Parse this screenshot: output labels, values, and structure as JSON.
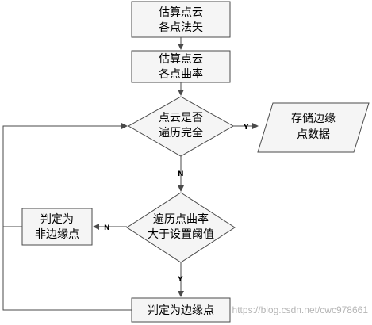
{
  "nodes": {
    "estimate_normals": [
      "估算点云",
      "各点法矢"
    ],
    "estimate_curvature": [
      "估算点云",
      "各点曲率"
    ],
    "traversal_check": [
      "点云是否",
      "遍历完全"
    ],
    "store_edge_points": [
      "存储边缘",
      "点数据"
    ],
    "curvature_check": [
      "遍历点曲率",
      "大于设置阈值"
    ],
    "mark_non_edge": [
      "判定为",
      "非边缘点"
    ],
    "mark_edge": [
      "判定为边缘点"
    ]
  },
  "edge_labels": {
    "traversal_yes": "Y",
    "traversal_no": "N",
    "curvature_no": "N",
    "curvature_yes": "Y"
  },
  "watermark": "https://blog.csdn.net/cwc978661",
  "colors": {
    "node_fill": "#f5f5f5",
    "node_stroke": "#4a4a4a",
    "watermark": "#b5b5b5"
  }
}
